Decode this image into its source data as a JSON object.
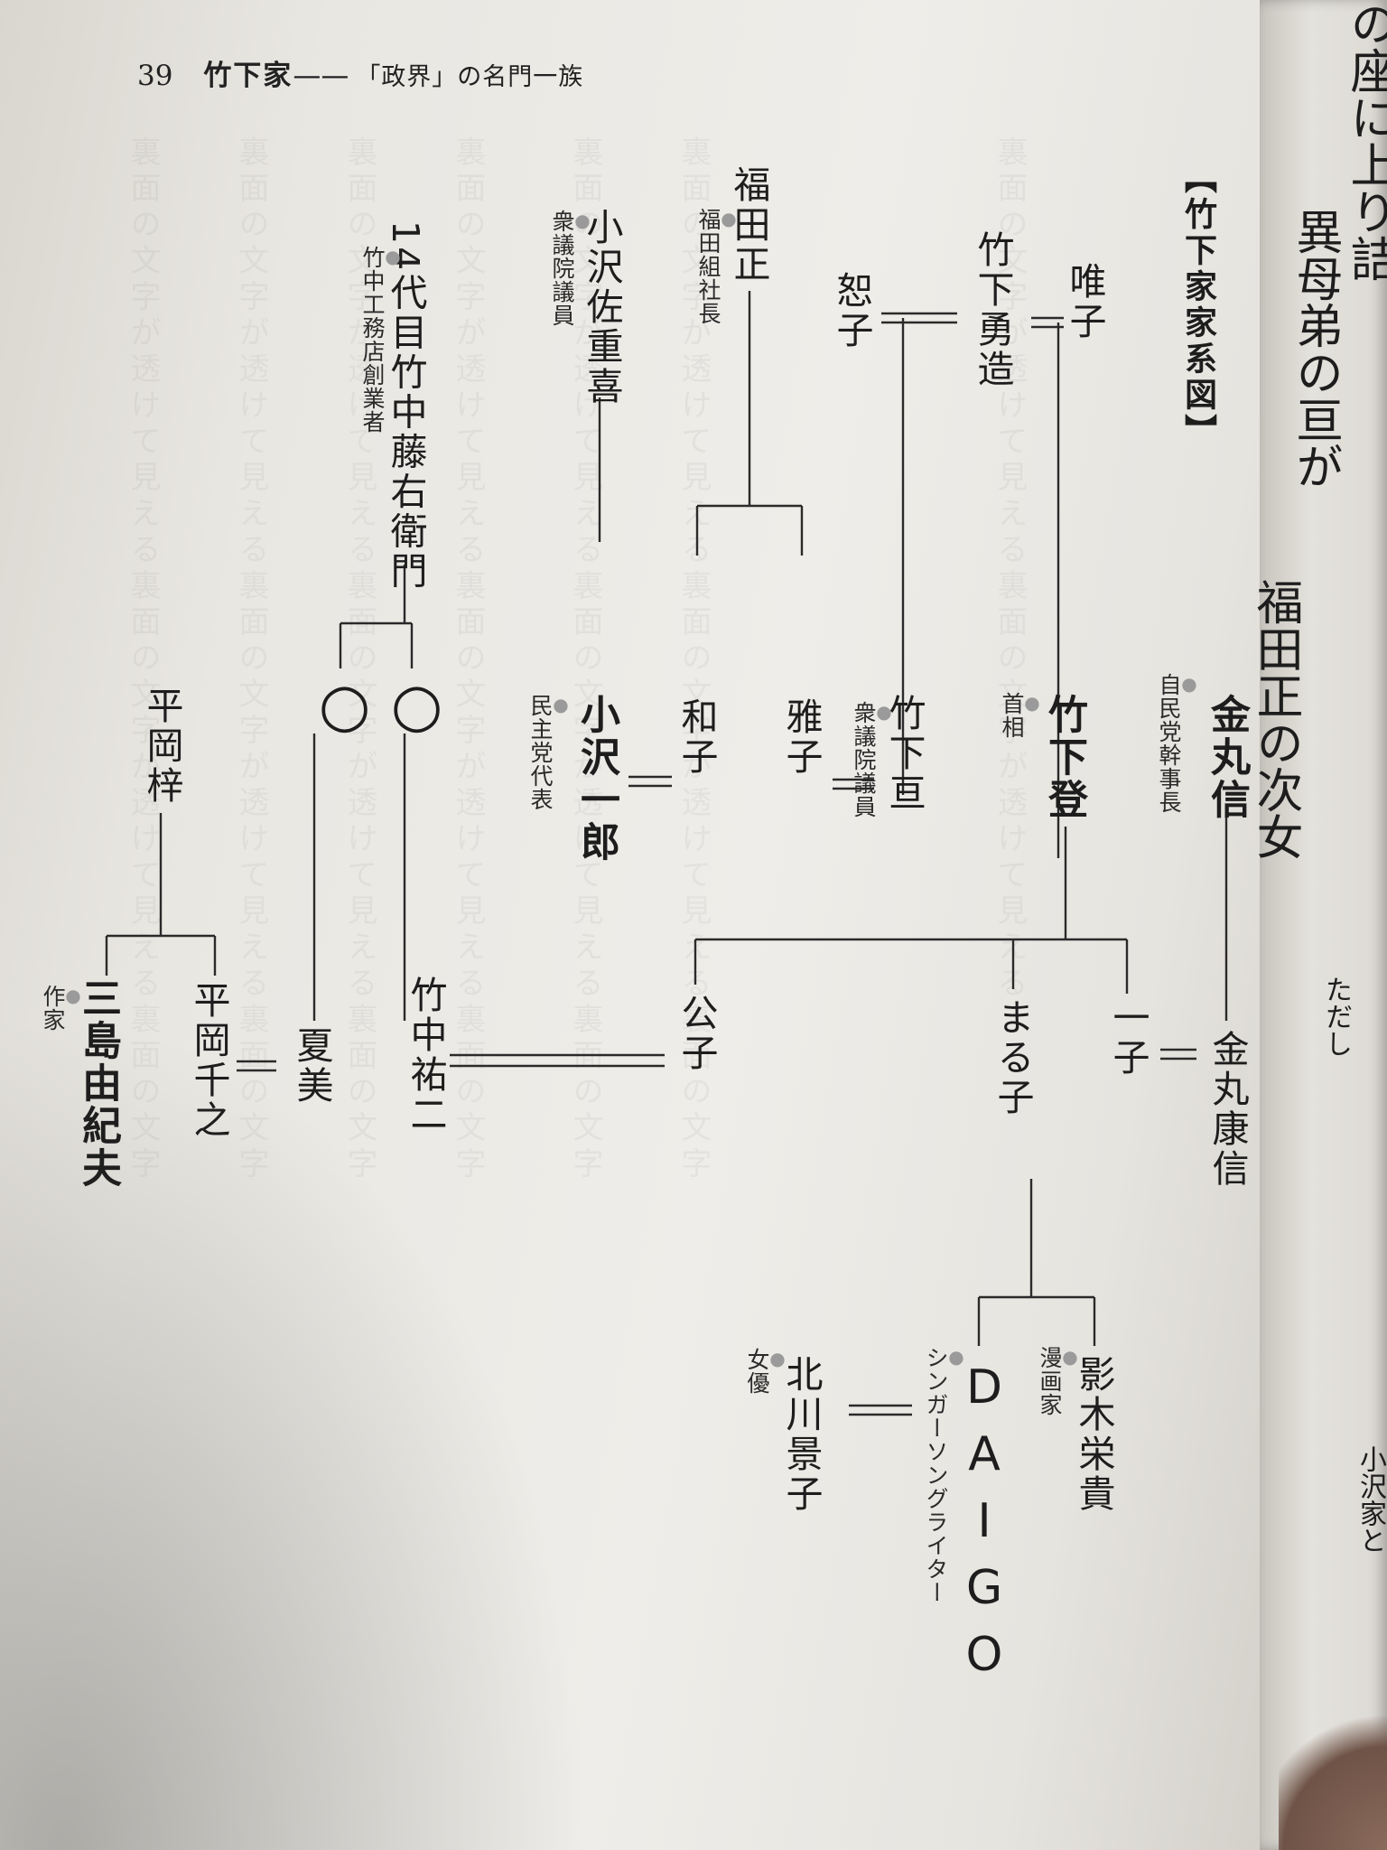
{
  "header": {
    "page_number": "39",
    "title": "竹下家",
    "dash": "——",
    "subtitle": "「政界」の名門一族"
  },
  "chart_title": "【竹下家家系図】",
  "people": {
    "yuiko": {
      "name": "唯子"
    },
    "takeshita_yuzo": {
      "name": "竹下勇造"
    },
    "joko": {
      "name": "恕子"
    },
    "fukuda_tadashi": {
      "name": "福田正",
      "role": "福田組社長"
    },
    "ozawa_saekiyoshi": {
      "name": "小沢佐重喜",
      "role": "衆議院議員"
    },
    "takenaka_touemon": {
      "name": "14代目竹中藤右衛門",
      "role": "竹中工務店創業者"
    },
    "kanemaru_shin": {
      "name": "金丸信",
      "role": "自民党幹事長"
    },
    "takeshita_noboru": {
      "name": "竹下登",
      "role": "首相"
    },
    "takeshita_wataru": {
      "name": "竹下亘",
      "role": "衆議院議員"
    },
    "masako": {
      "name": "雅子"
    },
    "kazuko": {
      "name": "和子"
    },
    "ozawa_ichiro": {
      "name": "小沢一郎",
      "role": "民主党代表"
    },
    "circle_a": {
      "name": "○"
    },
    "circle_b": {
      "name": "○"
    },
    "hiraoka_azusa": {
      "name": "平岡梓"
    },
    "kanemaru_yasunobu": {
      "name": "金丸康信"
    },
    "ichiko": {
      "name": "一子"
    },
    "maruko": {
      "name": "まる子"
    },
    "kimiko": {
      "name": "公子"
    },
    "takenaka_yuji": {
      "name": "竹中祐二"
    },
    "natsumi": {
      "name": "夏美"
    },
    "hiraoka_chiyuki": {
      "name": "平岡千之"
    },
    "mishima_yukio": {
      "name": "三島由紀夫",
      "role": "作家"
    },
    "kageki_eiki": {
      "name": "影木栄貴",
      "role": "漫画家"
    },
    "daigo": {
      "name": "DAIGO",
      "role": "シンガーソングライター"
    },
    "kitagawa_keiko": {
      "name": "北川景子",
      "role": "女優"
    }
  },
  "next_page_fragments": {
    "col1": "の座に上り詰",
    "col2": "異母弟の亘が",
    "col3": "福田正の次女",
    "col4": "ただし",
    "col5": "小沢家と"
  }
}
